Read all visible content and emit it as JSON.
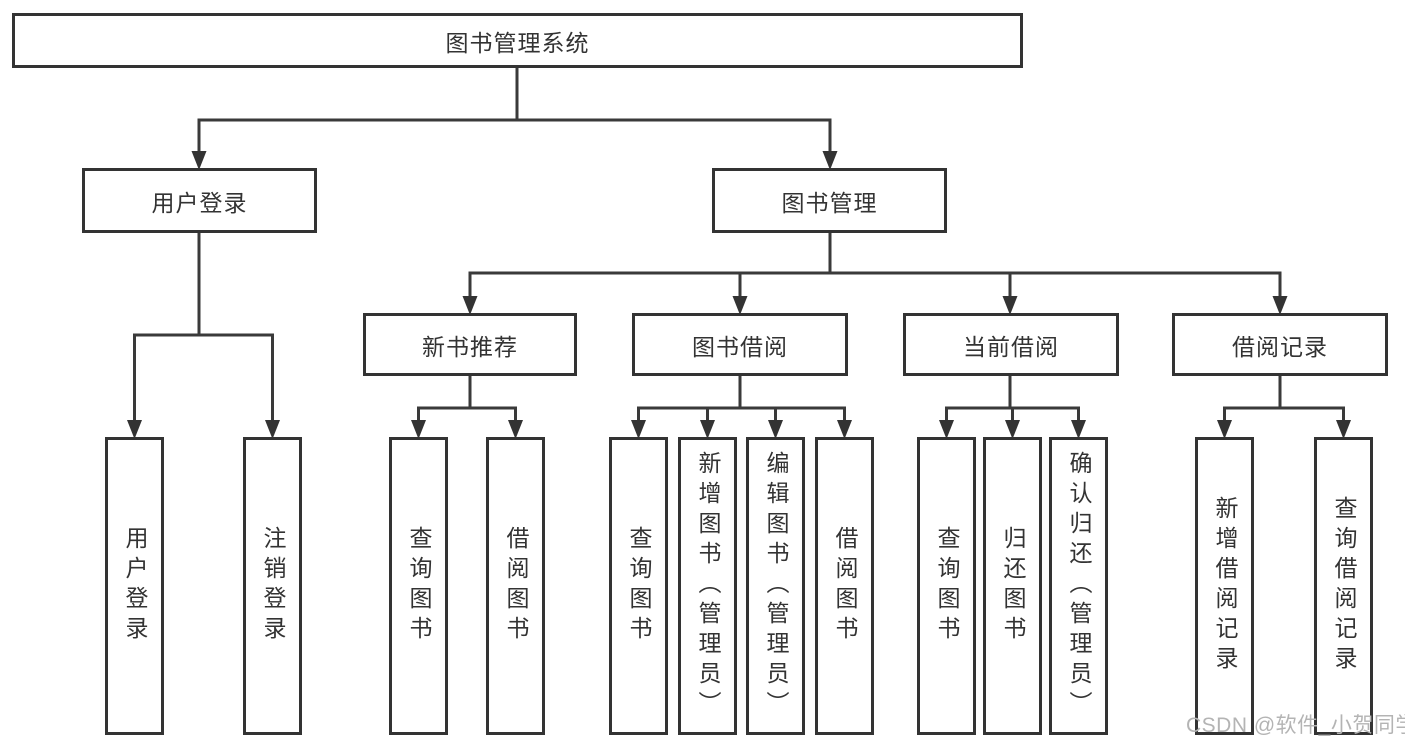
{
  "diagram": {
    "root": {
      "label": "图书管理系统"
    },
    "login": {
      "label": "用户登录",
      "leaves": [
        "用户登录",
        "注销登录"
      ]
    },
    "management": {
      "label": "图书管理",
      "children": [
        {
          "label": "新书推荐",
          "leaves": [
            "查询图书",
            "借阅图书"
          ]
        },
        {
          "label": "图书借阅",
          "leaves": [
            "查询图书",
            "新增图书（管理员）",
            "编辑图书（管理员）",
            "借阅图书"
          ]
        },
        {
          "label": "当前借阅",
          "leaves": [
            "查询图书",
            "归还图书",
            "确认归还（管理员）"
          ]
        },
        {
          "label": "借阅记录",
          "leaves": [
            "新增借阅记录",
            "查询借阅记录"
          ]
        }
      ]
    },
    "watermark": "CSDN @软件_小贺同学",
    "colors": {
      "line": "#3a3a3a",
      "border": "#333333",
      "text": "#333333",
      "watermark": "#b4b4b4",
      "background": "#ffffff"
    }
  }
}
